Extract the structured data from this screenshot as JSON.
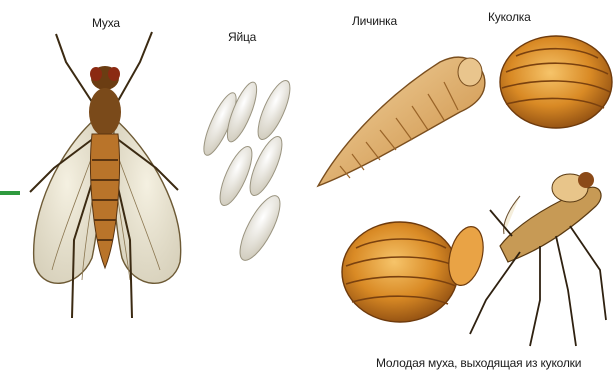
{
  "labels": {
    "fly": "Муха",
    "eggs": "Яйца",
    "larva": "Личинка",
    "pupa": "Куколка",
    "caption": "Молодая муха, выходящая из куколки"
  },
  "colors": {
    "accent_bar": "#2e9a3e",
    "amber": "#c97a1e",
    "egg": "#f1efe6",
    "larva": "#e2b271"
  }
}
